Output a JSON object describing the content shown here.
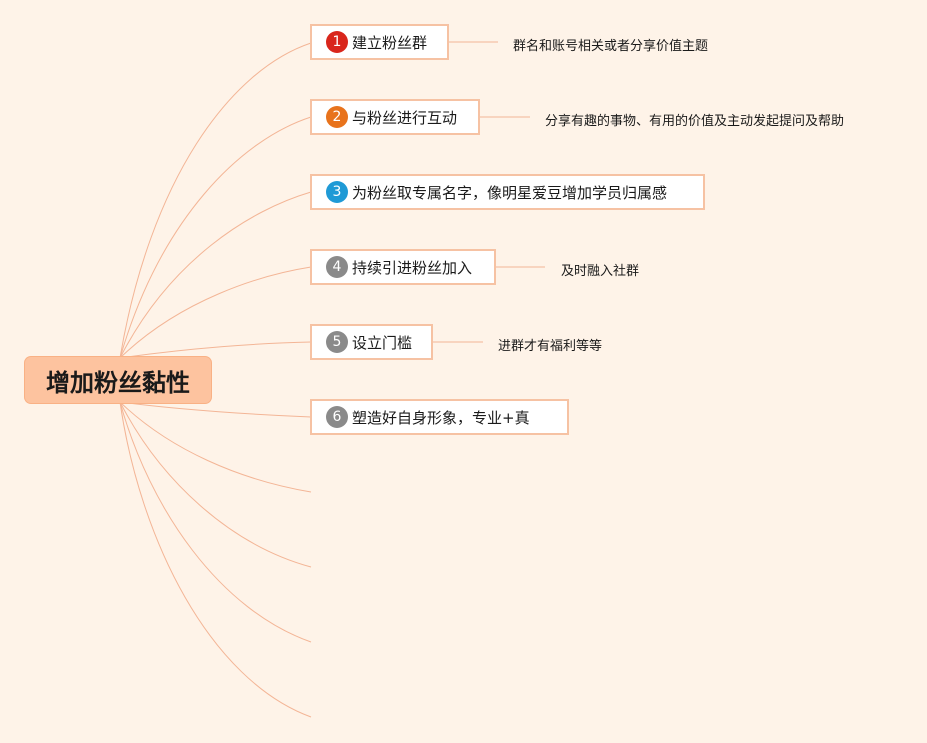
{
  "root": {
    "label": "增加粉丝黏性"
  },
  "branches": [
    {
      "number": "1",
      "label": "建立粉丝群",
      "note": "群名和账号相关或者分享价值主题",
      "badge_color": "#d9261c"
    },
    {
      "number": "2",
      "label": "与粉丝进行互动",
      "note": "分享有趣的事物、有用的价值及主动发起提问及帮助",
      "badge_color": "#e8731c"
    },
    {
      "number": "3",
      "label": "为粉丝取专属名字，像明星爱豆增加学员归属感",
      "note": "",
      "badge_color": "#1f9ad6"
    },
    {
      "number": "4",
      "label": "持续引进粉丝加入",
      "note": "及时融入社群",
      "badge_color": "#8a8a8a"
    },
    {
      "number": "5",
      "label": "设立门槛",
      "note": "进群才有福利等等",
      "badge_color": "#8a8a8a"
    },
    {
      "number": "6",
      "label": "塑造好自身形象，专业+真",
      "note": "",
      "badge_color": "#8a8a8a"
    }
  ],
  "colors": {
    "background": "#fef3e8",
    "root_fill": "#fdc39f",
    "node_border": "#f6c2a3",
    "connector": "#f3b596"
  }
}
